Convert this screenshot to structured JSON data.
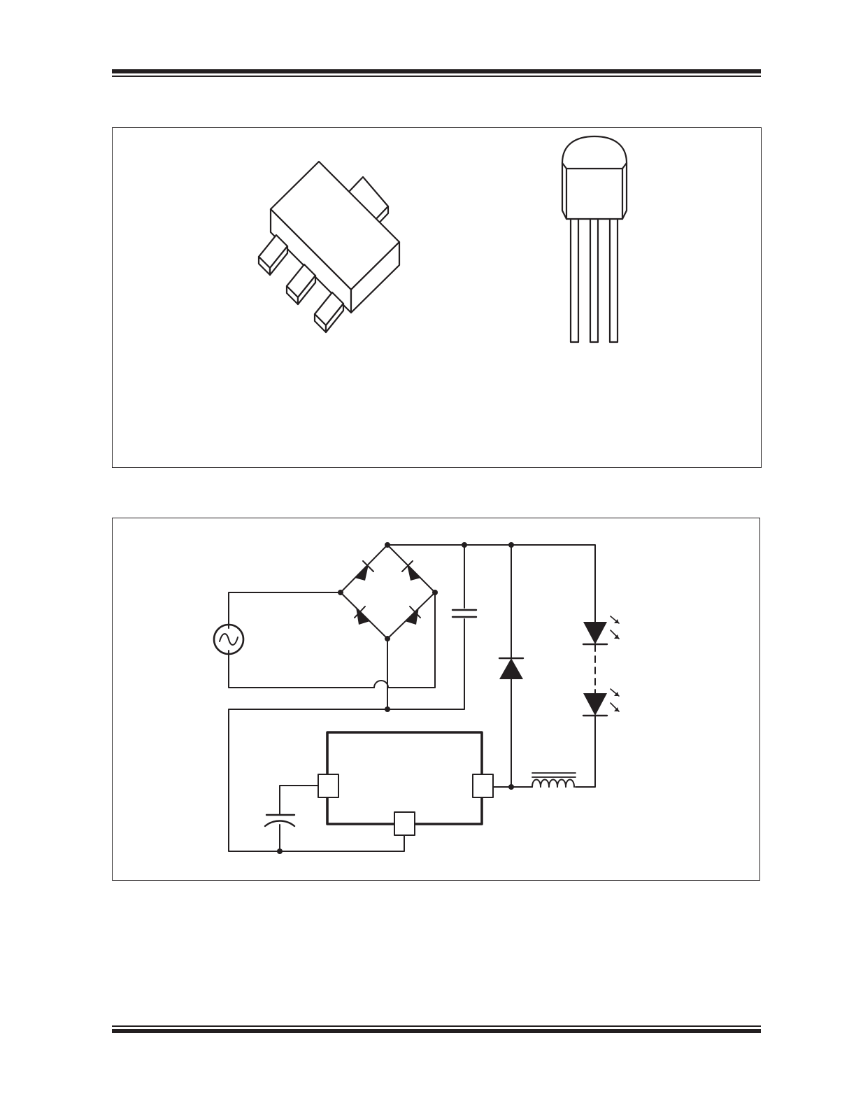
{
  "page": {
    "header_rule": "double-rule",
    "footer_rule": "double-rule"
  },
  "figures": {
    "packages": {
      "items": [
        {
          "id": "sot-89",
          "icon": "sot89-package-icon"
        },
        {
          "id": "to-92",
          "icon": "to92-package-icon"
        }
      ]
    },
    "typical_application": {
      "icon": "led-driver-circuit-diagram",
      "components": [
        "ac-source",
        "bridge-rectifier",
        "bulk-capacitor",
        "freewheel-diode",
        "led-string",
        "inductor",
        "driver-ic",
        "bypass-capacitor"
      ]
    }
  },
  "colors": {
    "ink": "#231f20",
    "paper": "#ffffff"
  }
}
